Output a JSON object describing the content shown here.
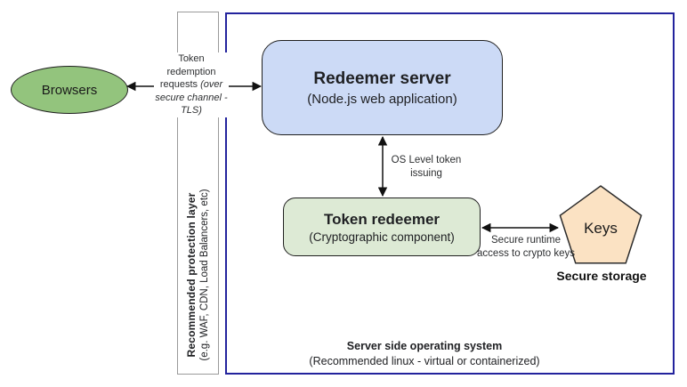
{
  "diagram": {
    "browsers": {
      "label": "Browsers"
    },
    "protection_layer": {
      "title": "Recommended protection layer",
      "subtitle": "(e.g. WAF, CDN, Load Balancers, etc)"
    },
    "redeemer_server": {
      "title": "Redeemer server",
      "subtitle": "(Node.js web application)"
    },
    "token_redeemer": {
      "title": "Token redeemer",
      "subtitle": "(Cryptographic component)"
    },
    "keys": {
      "label": "Keys",
      "caption": "Secure storage"
    },
    "os_boundary": {
      "title": "Server side operating system",
      "subtitle": "(Recommended linux - virtual or containerized)"
    },
    "arrow_labels": {
      "browsers_server_normal": "Token redemption requests ",
      "browsers_server_italic": "(over secure channel - TLS)",
      "os_level": "OS Level token issuing",
      "secure_runtime": "Secure runtime access to crypto keys"
    },
    "colors": {
      "ellipse_fill": "#93c47d",
      "server_fill": "#ccdaf6",
      "redeemer_fill": "#ddead5",
      "pentagon_fill": "#fbe2c3",
      "outer_border": "#23239d",
      "strip_border": "#9a9a9a",
      "arrow_stroke": "#111111"
    }
  }
}
